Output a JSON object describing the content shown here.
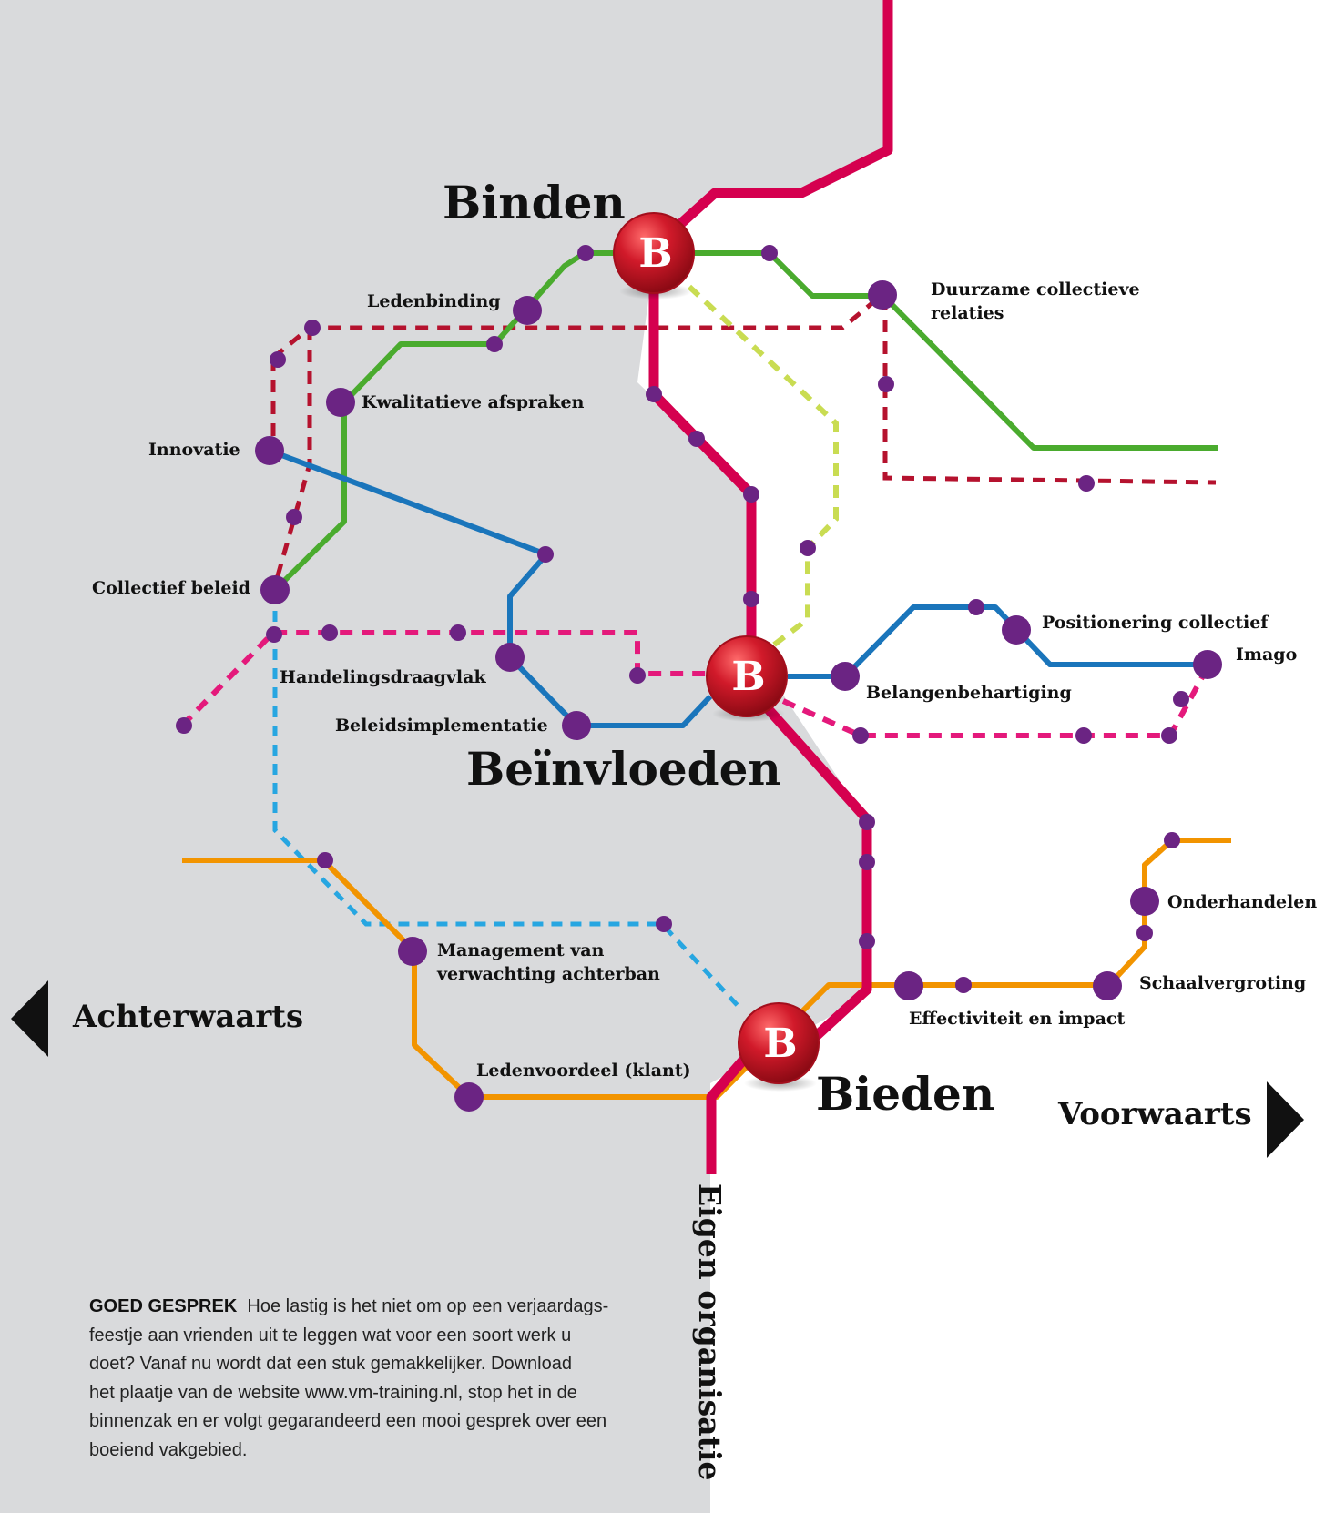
{
  "hubs": {
    "binden": {
      "title": "Binden",
      "badge": "B"
    },
    "beinvloeden": {
      "title": "Beïnvloeden",
      "badge": "B"
    },
    "bieden": {
      "title": "Bieden",
      "badge": "B"
    }
  },
  "stations": {
    "ledenbinding": "Ledenbinding",
    "duurzame": [
      "Duurzame collectieve",
      "relaties"
    ],
    "kwalitatieve": "Kwalitatieve afspraken",
    "innovatie": "Innovatie",
    "collectief_beleid": "Collectief beleid",
    "handelingsdraagvlak": "Handelingsdraagvlak",
    "beleidsimplementatie": "Beleidsimplementatie",
    "positionering": "Positionering collectief",
    "imago": "Imago",
    "belangenbehartiging": "Belangenbehartiging",
    "onderhandelen": "Onderhandelen",
    "schaalvergroting": "Schaalvergroting",
    "effectiviteit": "Effectiviteit en impact",
    "management": [
      "Management van",
      "verwachting achterban"
    ],
    "ledenvoordeel": "Ledenvoordeel (klant)"
  },
  "directions": {
    "back": "Achterwaarts",
    "forward": "Voorwaarts"
  },
  "vertical_label": "Eigen organisatie",
  "caption": {
    "lead": "GOED GESPREK",
    "lines": [
      "Hoe lastig is het niet om op een verjaardags-",
      "feestje aan vrienden uit te leggen wat voor een soort werk u",
      "doet? Vanaf nu wordt dat een stuk gemakkelijker. Download",
      "het plaatje van de website www.vm-training.nl, stop het in de",
      "binnenzak en er volgt gegarandeerd een mooi gesprek over een",
      "boeiend vakgebied."
    ]
  },
  "colors": {
    "background_left": "#d9dadc",
    "main_line": "#d5004f",
    "green": "#4aab2e",
    "blue": "#1a75bb",
    "orange": "#f29400",
    "dark_red_dashed": "#b5122e",
    "pink_dashed": "#e4197b",
    "lime_dashed": "#c9dc52",
    "cyan_dashed": "#27a6e1",
    "station": "#6b2483",
    "hub": "#c8102e"
  }
}
